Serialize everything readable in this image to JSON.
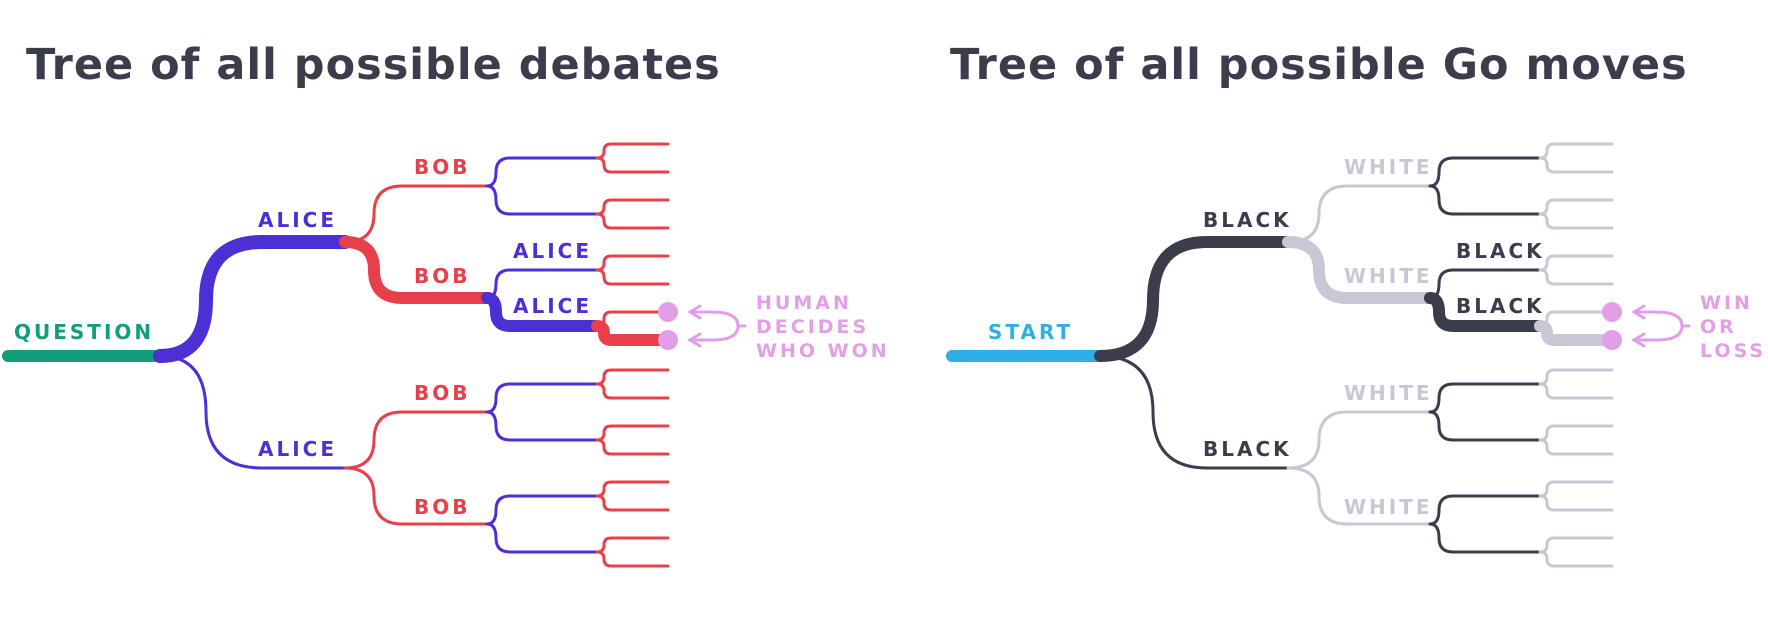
{
  "left_tree": {
    "title": "Tree of all possible debates",
    "root_label": "QUESTION",
    "level1_labels": [
      "ALICE",
      "ALICE"
    ],
    "level2_labels": [
      "BOB",
      "BOB",
      "BOB",
      "BOB"
    ],
    "level3_labels": [
      "ALICE",
      "ALICE"
    ],
    "annotation": [
      "HUMAN",
      "DECIDES",
      "WHO WON"
    ]
  },
  "right_tree": {
    "title": "Tree of all possible Go moves",
    "root_label": "START",
    "level1_labels": [
      "BLACK",
      "BLACK"
    ],
    "level2_labels": [
      "WHITE",
      "WHITE",
      "WHITE",
      "WHITE"
    ],
    "level3_labels": [
      "BLACK",
      "BLACK"
    ],
    "annotation": [
      "WIN",
      "OR",
      "LOSS"
    ]
  },
  "colors": {
    "question": "#109e7b",
    "alice": "#4d2fd6",
    "bob": "#e8404b",
    "start": "#2eb0e6",
    "black": "#3b3d4c",
    "white": "#c8c7d4",
    "annotation": "#e29ee7"
  }
}
